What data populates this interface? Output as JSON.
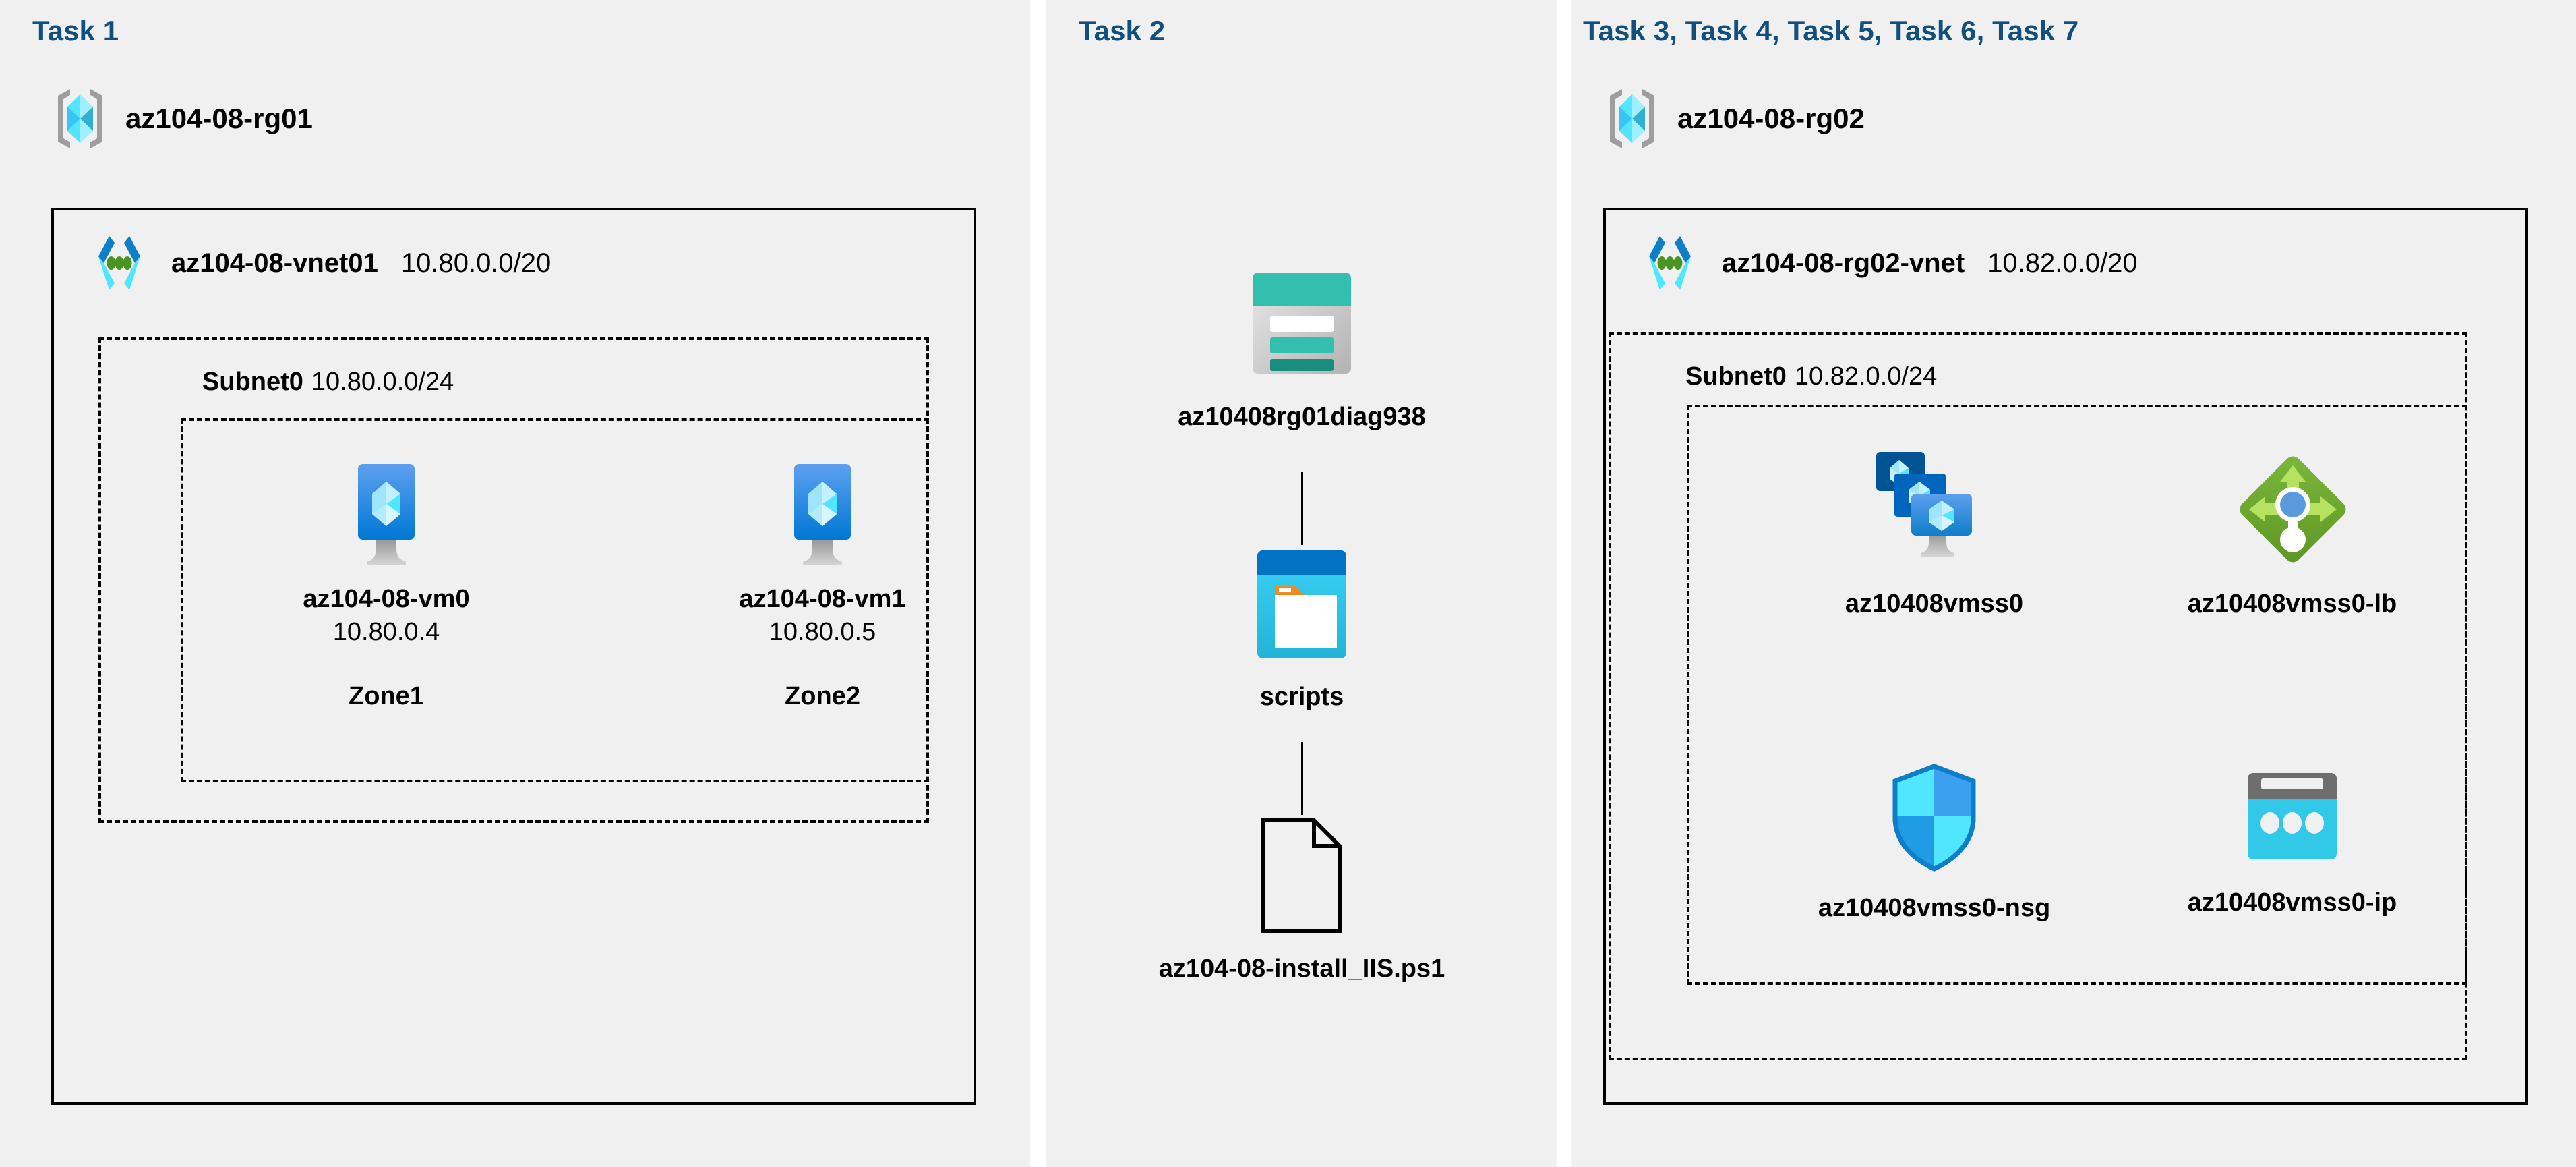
{
  "columns": [
    {
      "id": "task1",
      "heading": "Task 1"
    },
    {
      "id": "task2",
      "heading": "Task 2"
    },
    {
      "id": "task3",
      "heading": "Task 3, Task 4, Task 5, Task 6, Task 7"
    }
  ],
  "task1": {
    "heading": "Task 1",
    "resource_group": {
      "name": "az104-08-rg01",
      "icon": "resource-group-icon"
    },
    "vnet": {
      "name": "az104-08-vnet01",
      "cidr": "10.80.0.0/20",
      "icon": "virtual-network-icon"
    },
    "subnet": {
      "name": "Subnet0",
      "cidr": "10.80.0.0/24"
    },
    "vms": [
      {
        "name": "az104-08-vm0",
        "ip": "10.80.0.4",
        "zone": "Zone1",
        "icon": "virtual-machine-icon"
      },
      {
        "name": "az104-08-vm1",
        "ip": "10.80.0.5",
        "zone": "Zone2",
        "icon": "virtual-machine-icon"
      }
    ]
  },
  "task2": {
    "heading": "Task 2",
    "nodes": [
      {
        "name": "az10408rg01diag938",
        "icon": "storage-account-icon"
      },
      {
        "name": "scripts",
        "icon": "blob-container-icon"
      },
      {
        "name": "az104-08-install_IIS.ps1",
        "icon": "file-document-icon"
      }
    ]
  },
  "task3": {
    "heading": "Task 3, Task 4, Task 5, Task 6, Task 7",
    "resource_group": {
      "name": "az104-08-rg02",
      "icon": "resource-group-icon"
    },
    "vnet": {
      "name": "az104-08-rg02-vnet",
      "cidr": "10.82.0.0/20",
      "icon": "virtual-network-icon"
    },
    "subnet": {
      "name": "Subnet0",
      "cidr": "10.82.0.0/24"
    },
    "nodes": [
      {
        "name": "az10408vmss0",
        "icon": "vm-scale-set-icon"
      },
      {
        "name": "az10408vmss0-lb",
        "icon": "load-balancer-icon"
      },
      {
        "name": "az10408vmss0-nsg",
        "icon": "network-security-group-icon"
      },
      {
        "name": "az10408vmss0-ip",
        "icon": "public-ip-address-icon"
      }
    ]
  },
  "colors": {
    "panel_background": "#f0f0f0",
    "page_background": "#ffffff",
    "task_heading": "#11507e",
    "border": "#000000",
    "azure_blue": "#0078d4",
    "azure_cyan": "#50e6ff",
    "storage_teal": "#32bfad",
    "lb_green": "#6aa82a",
    "gray_bracket": "#9e9e9e"
  }
}
